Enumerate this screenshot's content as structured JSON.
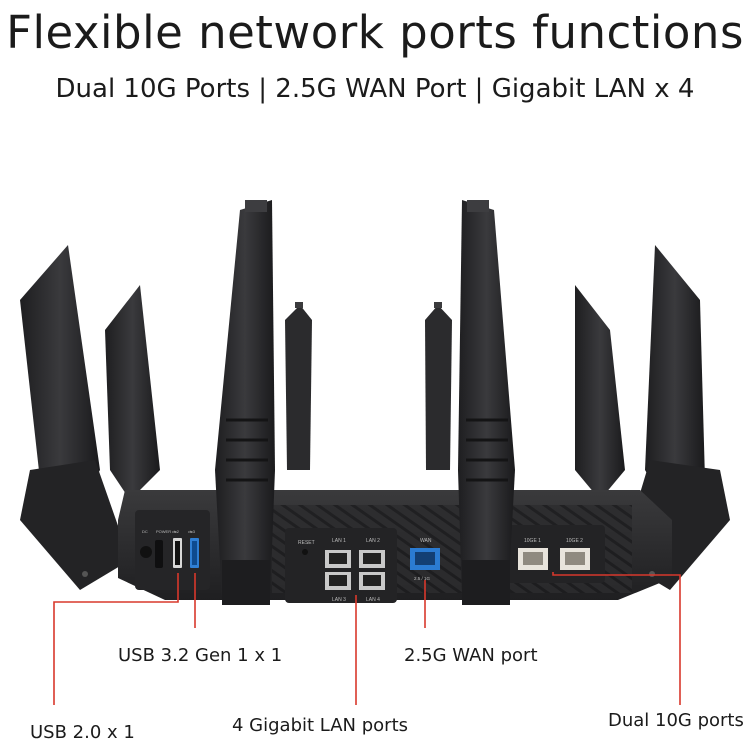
{
  "title": "Flexible network ports functions",
  "subtitle": "Dual 10G Ports | 2.5G WAN Port | Gigabit LAN x 4",
  "callouts": {
    "usb32": "USB 3.2 Gen 1 x 1",
    "usb20": "USB 2.0 x 1",
    "lan": "4 Gigabit LAN ports",
    "wan": "2.5G WAN port",
    "ten_g": "Dual 10G ports"
  },
  "panel_labels": {
    "reset": "RESET",
    "lan1": "LAN 1",
    "lan2": "LAN 2",
    "lan3": "LAN 3",
    "lan4": "LAN 4",
    "wan": "WAN",
    "wan_sub": "2.5 / 1G",
    "tg1": "10GE 1",
    "tg2": "10GE 2",
    "dc": "DC",
    "power": "POWER",
    "usb_a": "•⇆2",
    "usb_b": "•⇆3"
  },
  "colors": {
    "leader_line": "#d8382c",
    "router_body": "#2a2a2c",
    "wan_port": "#2b7bd1",
    "ten_g_port": "#e8e4dc"
  }
}
